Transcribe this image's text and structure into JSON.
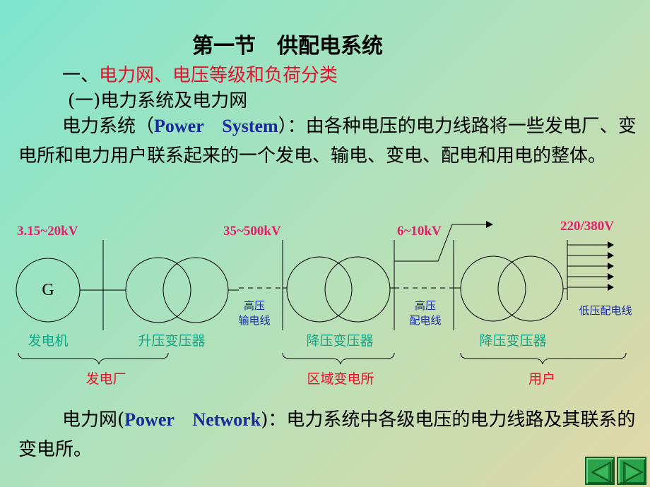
{
  "title": "第一节　供配电系统",
  "section": {
    "prefix": "一、",
    "label": "电力网、电压等级和负荷分类"
  },
  "subsection": "(一)电力系统及电力网",
  "para1": {
    "lead": "电力系统（",
    "en": "Power　System",
    "rest": "）：由各种电压的电力线路将一些发电厂、变电所和电力用户联系起来的一个发电、输电、变电、配电和用电的整体。"
  },
  "diagram": {
    "voltages": [
      "3.15~20kV",
      "35~500kV",
      "6~10kV",
      "220/380V"
    ],
    "generator_symbol": "G",
    "devices": [
      "发电机",
      "升压变压器",
      "降压变压器",
      "降压变压器"
    ],
    "line_labels": [
      {
        "line1": "高压",
        "line2": "输电线"
      },
      {
        "line1": "高压",
        "line2": "配电线"
      },
      {
        "line1": "低压配电线"
      }
    ],
    "groups": [
      "发电厂",
      "区域变电所",
      "用户"
    ]
  },
  "para2": {
    "lead": "电力网(",
    "en": "Power　Network",
    "rest": ")：电力系统中各级电压的电力线路及其联系的变电所。"
  },
  "nav": {
    "prev_icon": "prev-arrow-icon",
    "next_icon": "next-arrow-icon"
  },
  "colors": {
    "red": "#e8102a",
    "pink": "#e0206a",
    "teal": "#10a88a",
    "blue": "#1a2aa8",
    "nav": "#2aa24a"
  }
}
